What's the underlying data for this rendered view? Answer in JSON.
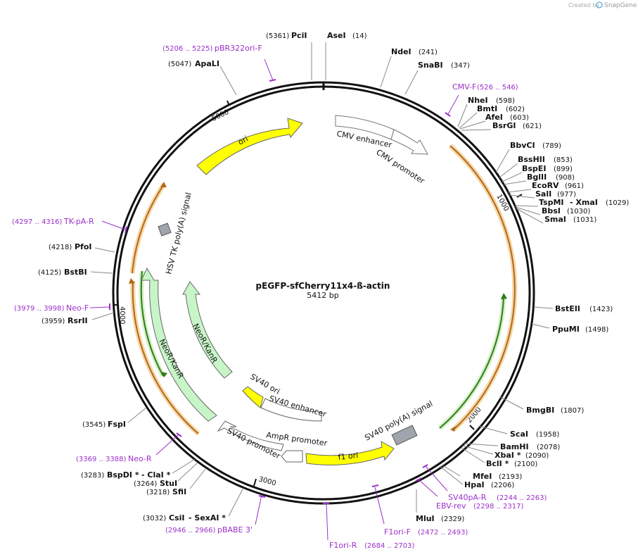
{
  "credit": {
    "text": "Created by",
    "brand": "SnapGene"
  },
  "plasmid": {
    "name": "pEGFP-sfCherry11x4-ß-actin",
    "size_label": "5412 bp"
  },
  "ticks": [
    "1000",
    "2000",
    "3000",
    "4000",
    "5000"
  ],
  "sites": [
    {
      "id": "pcil",
      "name": "PciI",
      "pos": "(5361)"
    },
    {
      "id": "asel",
      "name": "AseI",
      "pos": "(14)"
    },
    {
      "id": "ndel",
      "name": "NdeI",
      "pos": "(241)"
    },
    {
      "id": "snabi",
      "name": "SnaBI",
      "pos": "(347)"
    },
    {
      "id": "nhel",
      "name": "NheI",
      "pos": "(598)"
    },
    {
      "id": "bmtl",
      "name": "BmtI",
      "pos": "(602)"
    },
    {
      "id": "afel",
      "name": "AfeI",
      "pos": "(603)"
    },
    {
      "id": "bsrgi",
      "name": "BsrGI",
      "pos": "(621)"
    },
    {
      "id": "bbvci",
      "name": "BbvCI",
      "pos": "(789)"
    },
    {
      "id": "bsshii",
      "name": "BssHII",
      "pos": "(853)"
    },
    {
      "id": "bspei",
      "name": "BspEI",
      "pos": "(899)"
    },
    {
      "id": "bglii",
      "name": "BglII",
      "pos": "(908)"
    },
    {
      "id": "ecorv",
      "name": "EcoRV",
      "pos": "(961)"
    },
    {
      "id": "sali",
      "name": "SalI",
      "pos": "(977)"
    },
    {
      "id": "tspmi",
      "name": "TspMI",
      "name2": "- XmaI",
      "pos": "(1029)"
    },
    {
      "id": "bbsi",
      "name": "BbsI",
      "pos": "(1030)"
    },
    {
      "id": "smai",
      "name": "SmaI",
      "pos": "(1031)"
    },
    {
      "id": "bsteii",
      "name": "BstEII",
      "pos": "(1423)"
    },
    {
      "id": "ppumi",
      "name": "PpuMI",
      "pos": "(1498)"
    },
    {
      "id": "bmgbi",
      "name": "BmgBI",
      "pos": "(1807)"
    },
    {
      "id": "scai",
      "name": "ScaI",
      "pos": "(1958)"
    },
    {
      "id": "bamhi",
      "name": "BamHI",
      "pos": "(2078)"
    },
    {
      "id": "xbai",
      "name": "XbaI *",
      "pos": "(2090)"
    },
    {
      "id": "bcli",
      "name": "BclI *",
      "pos": "(2100)"
    },
    {
      "id": "mfei",
      "name": "MfeI",
      "pos": "(2193)"
    },
    {
      "id": "hpai",
      "name": "HpaI",
      "pos": "(2206)"
    },
    {
      "id": "mlui",
      "name": "MluI",
      "pos": "(2329)"
    },
    {
      "id": "csii",
      "name": "CsiI",
      "name2": "- SexAI *",
      "pos": "(3032)"
    },
    {
      "id": "sfii",
      "name": "SfiI",
      "pos": "(3218)"
    },
    {
      "id": "stui",
      "name": "StuI",
      "pos": "(3264)"
    },
    {
      "id": "bspdi",
      "name": "BspDI *",
      "name2": "- ClaI *",
      "pos": "(3283)"
    },
    {
      "id": "fspi",
      "name": "FspI",
      "pos": "(3545)"
    },
    {
      "id": "rsrii",
      "name": "RsrII",
      "pos": "(3959)"
    },
    {
      "id": "bstbi",
      "name": "BstBI",
      "pos": "(4125)"
    },
    {
      "id": "pfoi",
      "name": "PfoI",
      "pos": "(4218)"
    },
    {
      "id": "apali",
      "name": "ApaLI",
      "pos": "(5047)"
    }
  ],
  "primers": [
    {
      "id": "pbr322orif",
      "name": "pBR322ori-F",
      "pos": "(5206 .. 5225)"
    },
    {
      "id": "cmvf",
      "name": "CMV-F",
      "pos": "(526 .. 546)"
    },
    {
      "id": "tkpar",
      "name": "TK-pA-R",
      "pos": "(4297 .. 4316)"
    },
    {
      "id": "neof",
      "name": "Neo-F",
      "pos": "(3979 .. 3998)"
    },
    {
      "id": "neor",
      "name": "Neo-R",
      "pos": "(3369 .. 3388)"
    },
    {
      "id": "pbabe3",
      "name": "pBABE 3'",
      "pos": "(2946 .. 2966)"
    },
    {
      "id": "f1orir",
      "name": "F1ori-R",
      "pos": "(2684 .. 2703)"
    },
    {
      "id": "f1orif",
      "name": "F1ori-F",
      "pos": "(2472 .. 2493)"
    },
    {
      "id": "ebvrev",
      "name": "EBV-rev",
      "pos": "(2298 .. 2317)"
    },
    {
      "id": "sv40par",
      "name": "SV40pA-R",
      "pos": "(2244 .. 2263)"
    }
  ],
  "features": [
    {
      "id": "ori",
      "name": "ori",
      "color": "#ffff00"
    },
    {
      "id": "cmv_enh",
      "name": "CMV enhancer",
      "color": "#ffffff"
    },
    {
      "id": "cmv_prom",
      "name": "CMV promoter",
      "color": "#ffffff"
    },
    {
      "id": "hsv_tk",
      "name": "HSV TK poly(A) signal",
      "color": "#a0a4ad"
    },
    {
      "id": "neor_outer",
      "name": "NeoR/KanR",
      "color": "#c8f5c8"
    },
    {
      "id": "neor_inner",
      "name": "NeoR/KanR",
      "color": "#c8f5c8"
    },
    {
      "id": "sv40_ori",
      "name": "SV40 ori",
      "color": "#ffff00"
    },
    {
      "id": "sv40_enh",
      "name": "SV40 enhancer",
      "color": "#ffffff"
    },
    {
      "id": "sv40_prom",
      "name": "SV40 promoter",
      "color": "#ffffff"
    },
    {
      "id": "ampr_prom",
      "name": "AmpR promoter",
      "color": "#ffffff"
    },
    {
      "id": "f1ori",
      "name": "f1 ori",
      "color": "#ffff00"
    },
    {
      "id": "sv40_pa",
      "name": "SV40 poly(A) signal",
      "color": "#a0a4ad"
    }
  ],
  "colors": {
    "primer": "#9b30c8",
    "orange": "#e8a13a",
    "green": "#5bbf3c",
    "backbone": "#111111"
  }
}
